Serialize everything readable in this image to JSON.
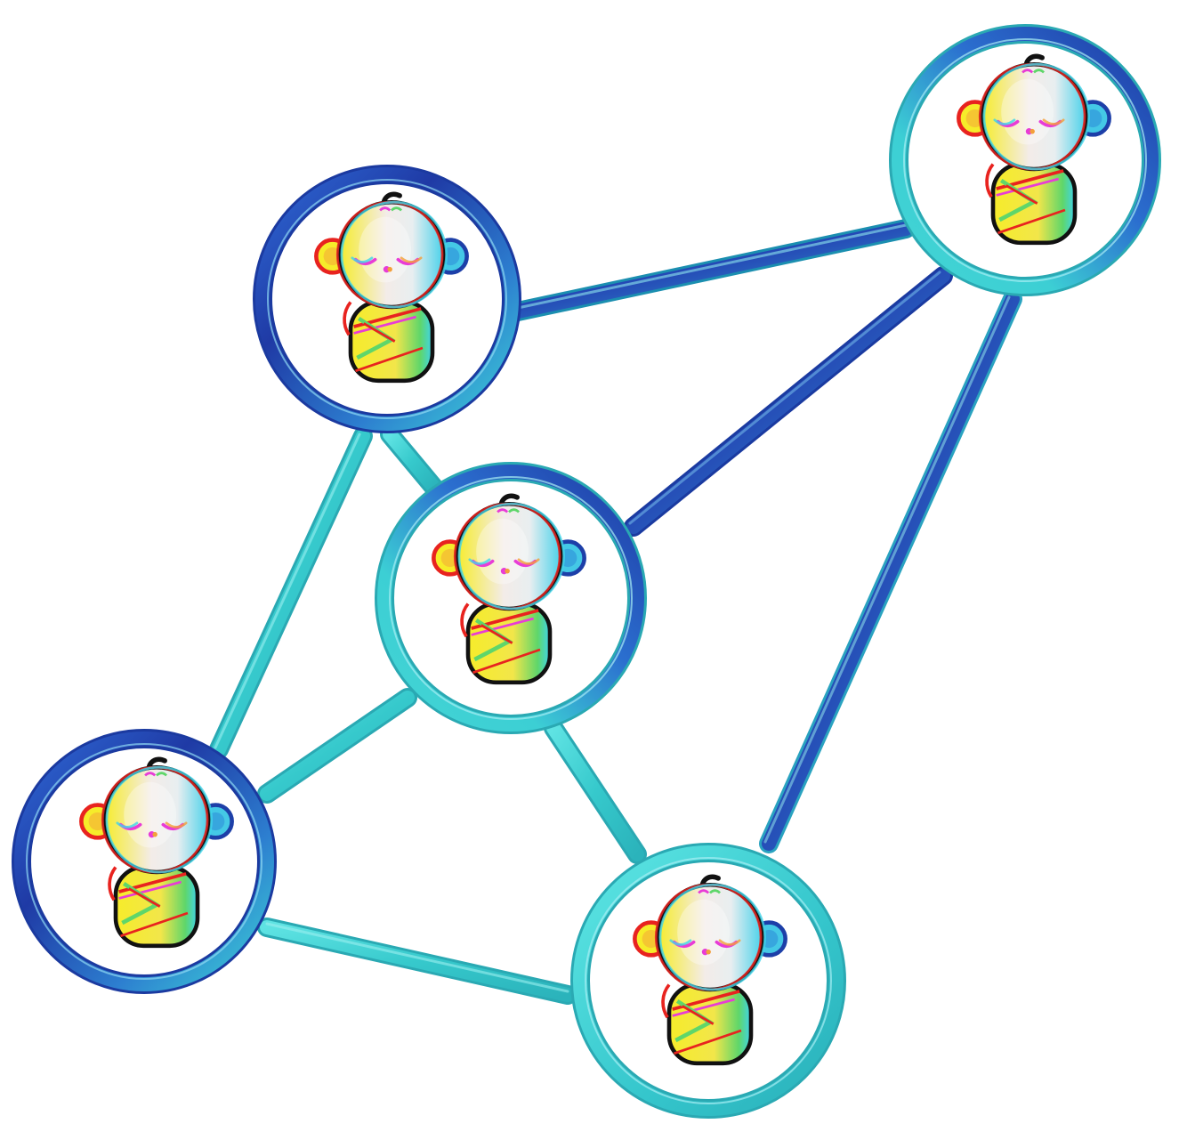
{
  "diagram": {
    "kind": "network-graph",
    "node_count": 5,
    "edge_count": 8,
    "nodes": [
      {
        "id": "top-left",
        "icon": "swaddled-baby-icon",
        "ring_color": "#2e5fcf"
      },
      {
        "id": "top-right",
        "icon": "swaddled-baby-icon",
        "ring_color": "#2e5fcf"
      },
      {
        "id": "center",
        "icon": "swaddled-baby-icon",
        "ring_color": "#3fd0d0"
      },
      {
        "id": "bottom-left",
        "icon": "swaddled-baby-icon",
        "ring_color": "#2e5fcf"
      },
      {
        "id": "bottom-right",
        "icon": "swaddled-baby-icon",
        "ring_color": "#3fd0d0"
      }
    ],
    "edges": [
      {
        "from": "top-left",
        "to": "top-right",
        "color": "#2bb6cf"
      },
      {
        "from": "top-left",
        "to": "center",
        "color": "#3fd0d0"
      },
      {
        "from": "top-left",
        "to": "bottom-left",
        "color": "#3fd0d0"
      },
      {
        "from": "top-right",
        "to": "center",
        "color": "#2a54c4"
      },
      {
        "from": "top-right",
        "to": "bottom-right",
        "color": "#3bbfd0"
      },
      {
        "from": "center",
        "to": "bottom-left",
        "color": "#3fd0d0"
      },
      {
        "from": "center",
        "to": "bottom-right",
        "color": "#3fd0d0"
      },
      {
        "from": "bottom-left",
        "to": "bottom-right",
        "color": "#3fd0d0"
      }
    ],
    "colors": {
      "teal": "#3fd0d0",
      "blue": "#2e5fcf",
      "dark_blue": "#1d3fa8",
      "baby_yellow": "#f6ec2a",
      "baby_cream": "#f3ece8",
      "baby_green": "#5fd66a",
      "baby_red": "#e8231f",
      "baby_magenta": "#e83cd6",
      "baby_cyan": "#3fd4ea"
    }
  }
}
